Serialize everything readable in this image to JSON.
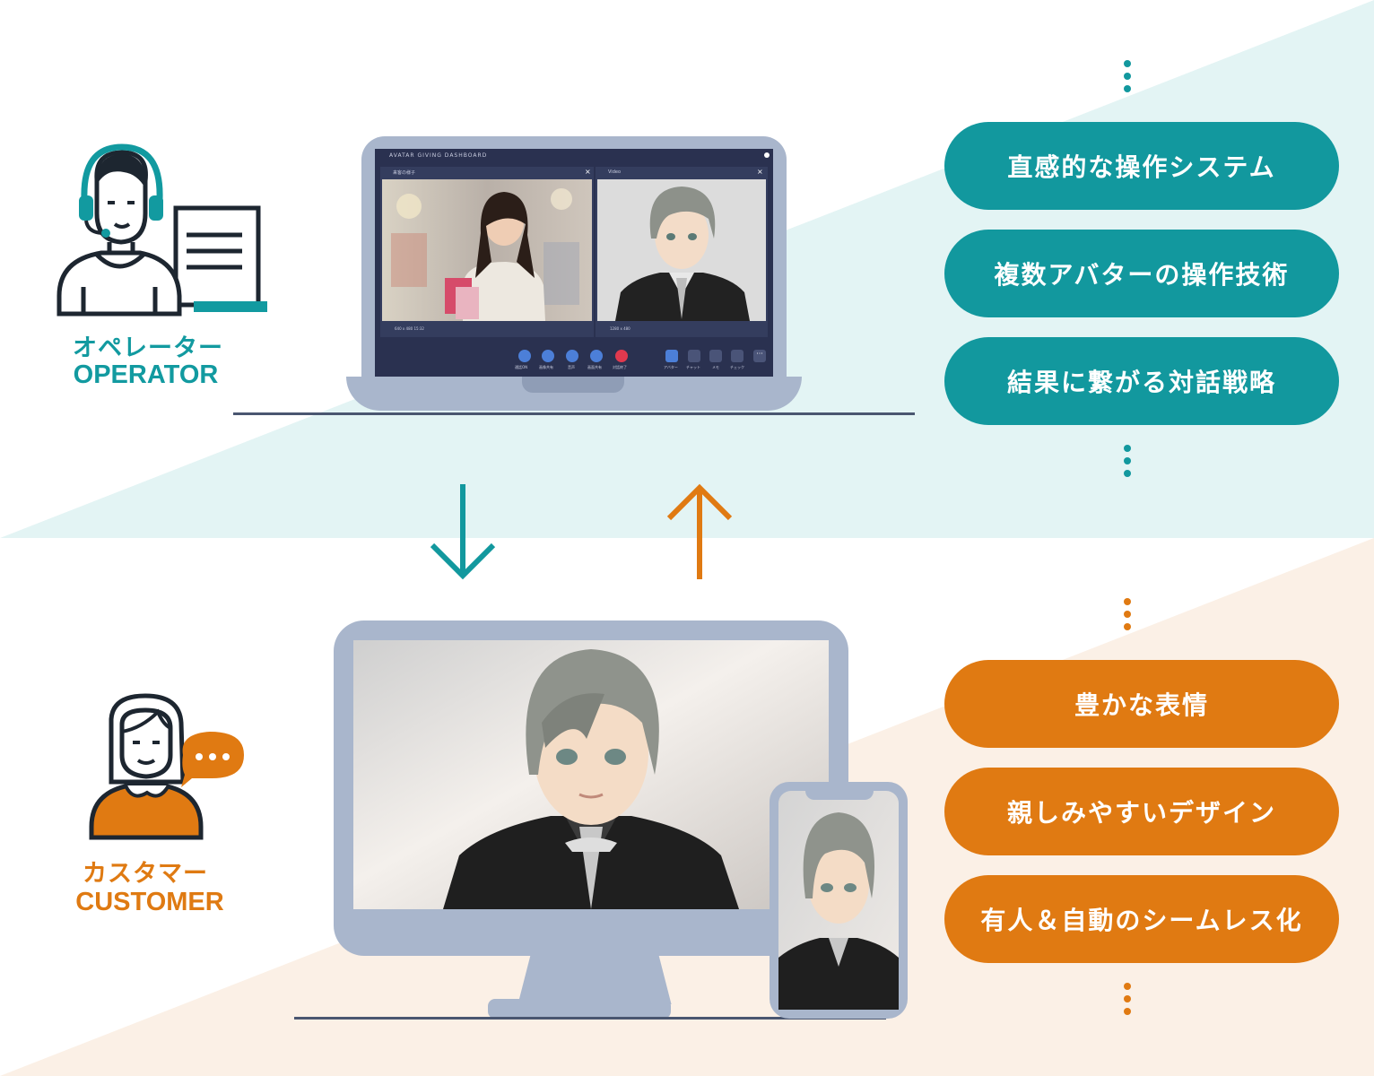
{
  "operator": {
    "label_jp": "オペレーター",
    "label_en": "OPERATOR"
  },
  "customer": {
    "label_jp": "カスタマー",
    "label_en": "CUSTOMER"
  },
  "operator_features": [
    "直感的な操作システム",
    "複数アバターの操作技術",
    "結果に繋がる対話戦略"
  ],
  "customer_features": [
    "豊かな表情",
    "親しみやすいデザイン",
    "有人＆自動のシームレス化"
  ],
  "dashboard": {
    "app_title": "AVATAR GIVING DASHBOARD",
    "panel_left_title": "来客の様子",
    "panel_right_title": "Video",
    "panel_left_footer": "640 x 480  15:32",
    "panel_right_footer": "1280 x 480",
    "controls_left": [
      "通話ON",
      "画像共有",
      "音声",
      "画面共有",
      "対話終了"
    ],
    "controls_right": [
      "アバター",
      "チャット",
      "メモ",
      "チェック"
    ]
  },
  "colors": {
    "teal": "#12989e",
    "orange": "#e07a12",
    "light_teal_bg": "#e3f4f4",
    "light_orange_bg": "#fbf0e6",
    "device_frame": "#a9b6cc",
    "dashboard_dark": "#2a3150"
  },
  "icons": [
    "operator-headset-icon",
    "customer-speech-icon",
    "down-arrow-icon",
    "up-arrow-icon"
  ]
}
